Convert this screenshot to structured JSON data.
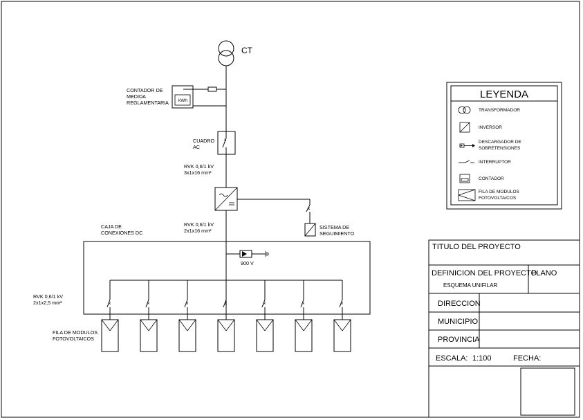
{
  "diagram": {
    "ct_label": "CT",
    "meter_label": [
      "CONTADOR DE",
      "MEDIDA",
      "REGLAMENTARIA"
    ],
    "meter_unit": "kWh",
    "ac_panel_label": [
      "CUADRO",
      "AC"
    ],
    "cable_ac": [
      "RVK 0,6/1 kV",
      "3x1x16 mm²"
    ],
    "cable_dc_main": [
      "RVK 0,6/1 kV",
      "2x1x16 mm²"
    ],
    "tracking_label": [
      "SISTEMA DE",
      "SEGUIMIENTO"
    ],
    "dc_box_label": [
      "CAJA DE",
      "CONEXIONES DC"
    ],
    "surge_voltage": "900 V",
    "cable_strings": [
      "RVK 0,6/1 kV",
      "2x1x2,5 mm²"
    ],
    "pv_row_label": [
      "FILA DE MODULOS",
      "FOTOVOLTAICOS"
    ],
    "pv_string_count": 7
  },
  "legend": {
    "title": "LEYENDA",
    "items": [
      {
        "icon": "transformer-icon",
        "label": [
          "TRANSFORMADOR"
        ]
      },
      {
        "icon": "inverter-icon",
        "label": [
          "INVERSOR"
        ]
      },
      {
        "icon": "surge-arrester-icon",
        "label": [
          "DESCARGADOR DE",
          "SOBRETENSIONES"
        ]
      },
      {
        "icon": "switch-icon",
        "label": [
          "INTERRUPTOR"
        ]
      },
      {
        "icon": "meter-icon",
        "label": [
          "CONTADOR"
        ]
      },
      {
        "icon": "pv-module-icon",
        "label": [
          "FILA DE MODULOS",
          "FOTOVOLTAICOS"
        ]
      }
    ]
  },
  "title_block": {
    "project_title_label": "TITULO DEL PROYECTO",
    "definition_label": "DEFINICION DEL PROYECTO",
    "definition_value": "ESQUEMA UNIFILAR",
    "plan_label": "PLANO",
    "address_label": "DIRECCION",
    "municipality_label": "MUNICIPIO",
    "province_label": "PROVINCIA",
    "scale_label": "ESCALA:",
    "scale_value": "1:100",
    "date_label": "FECHA:"
  }
}
